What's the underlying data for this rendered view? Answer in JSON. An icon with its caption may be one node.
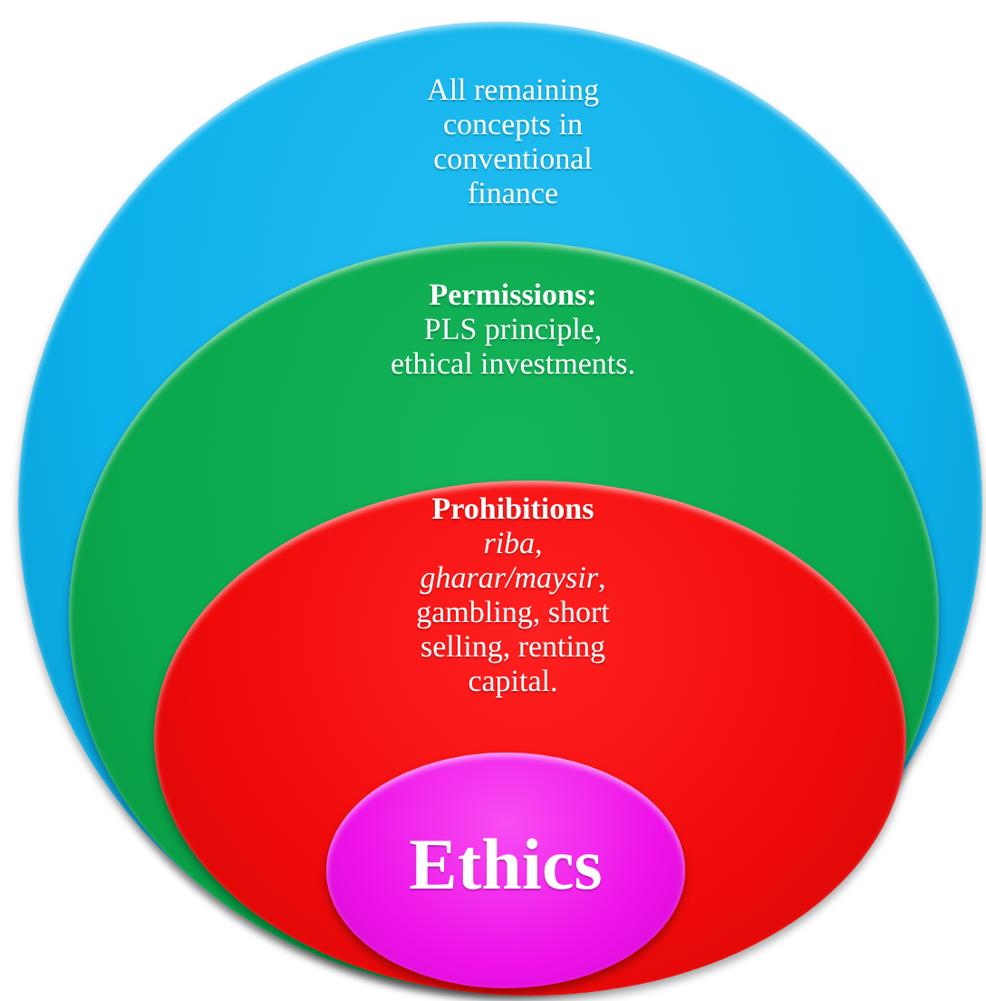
{
  "diagram": {
    "nodes": [
      {
        "text": [
          "All remaining concepts in conventional finance"
        ]
      },
      {
        "text": [
          "Permissions:",
          "PLS principle, ethical investments."
        ],
        "in": 0
      },
      {
        "text": [
          "Prohibitions",
          "*riba*, *gharar/maysir*, gambling, short selling, renting capital."
        ],
        "in": 1
      },
      {
        "text": [
          "Ethics"
        ],
        "in": 2
      }
    ]
  }
}
